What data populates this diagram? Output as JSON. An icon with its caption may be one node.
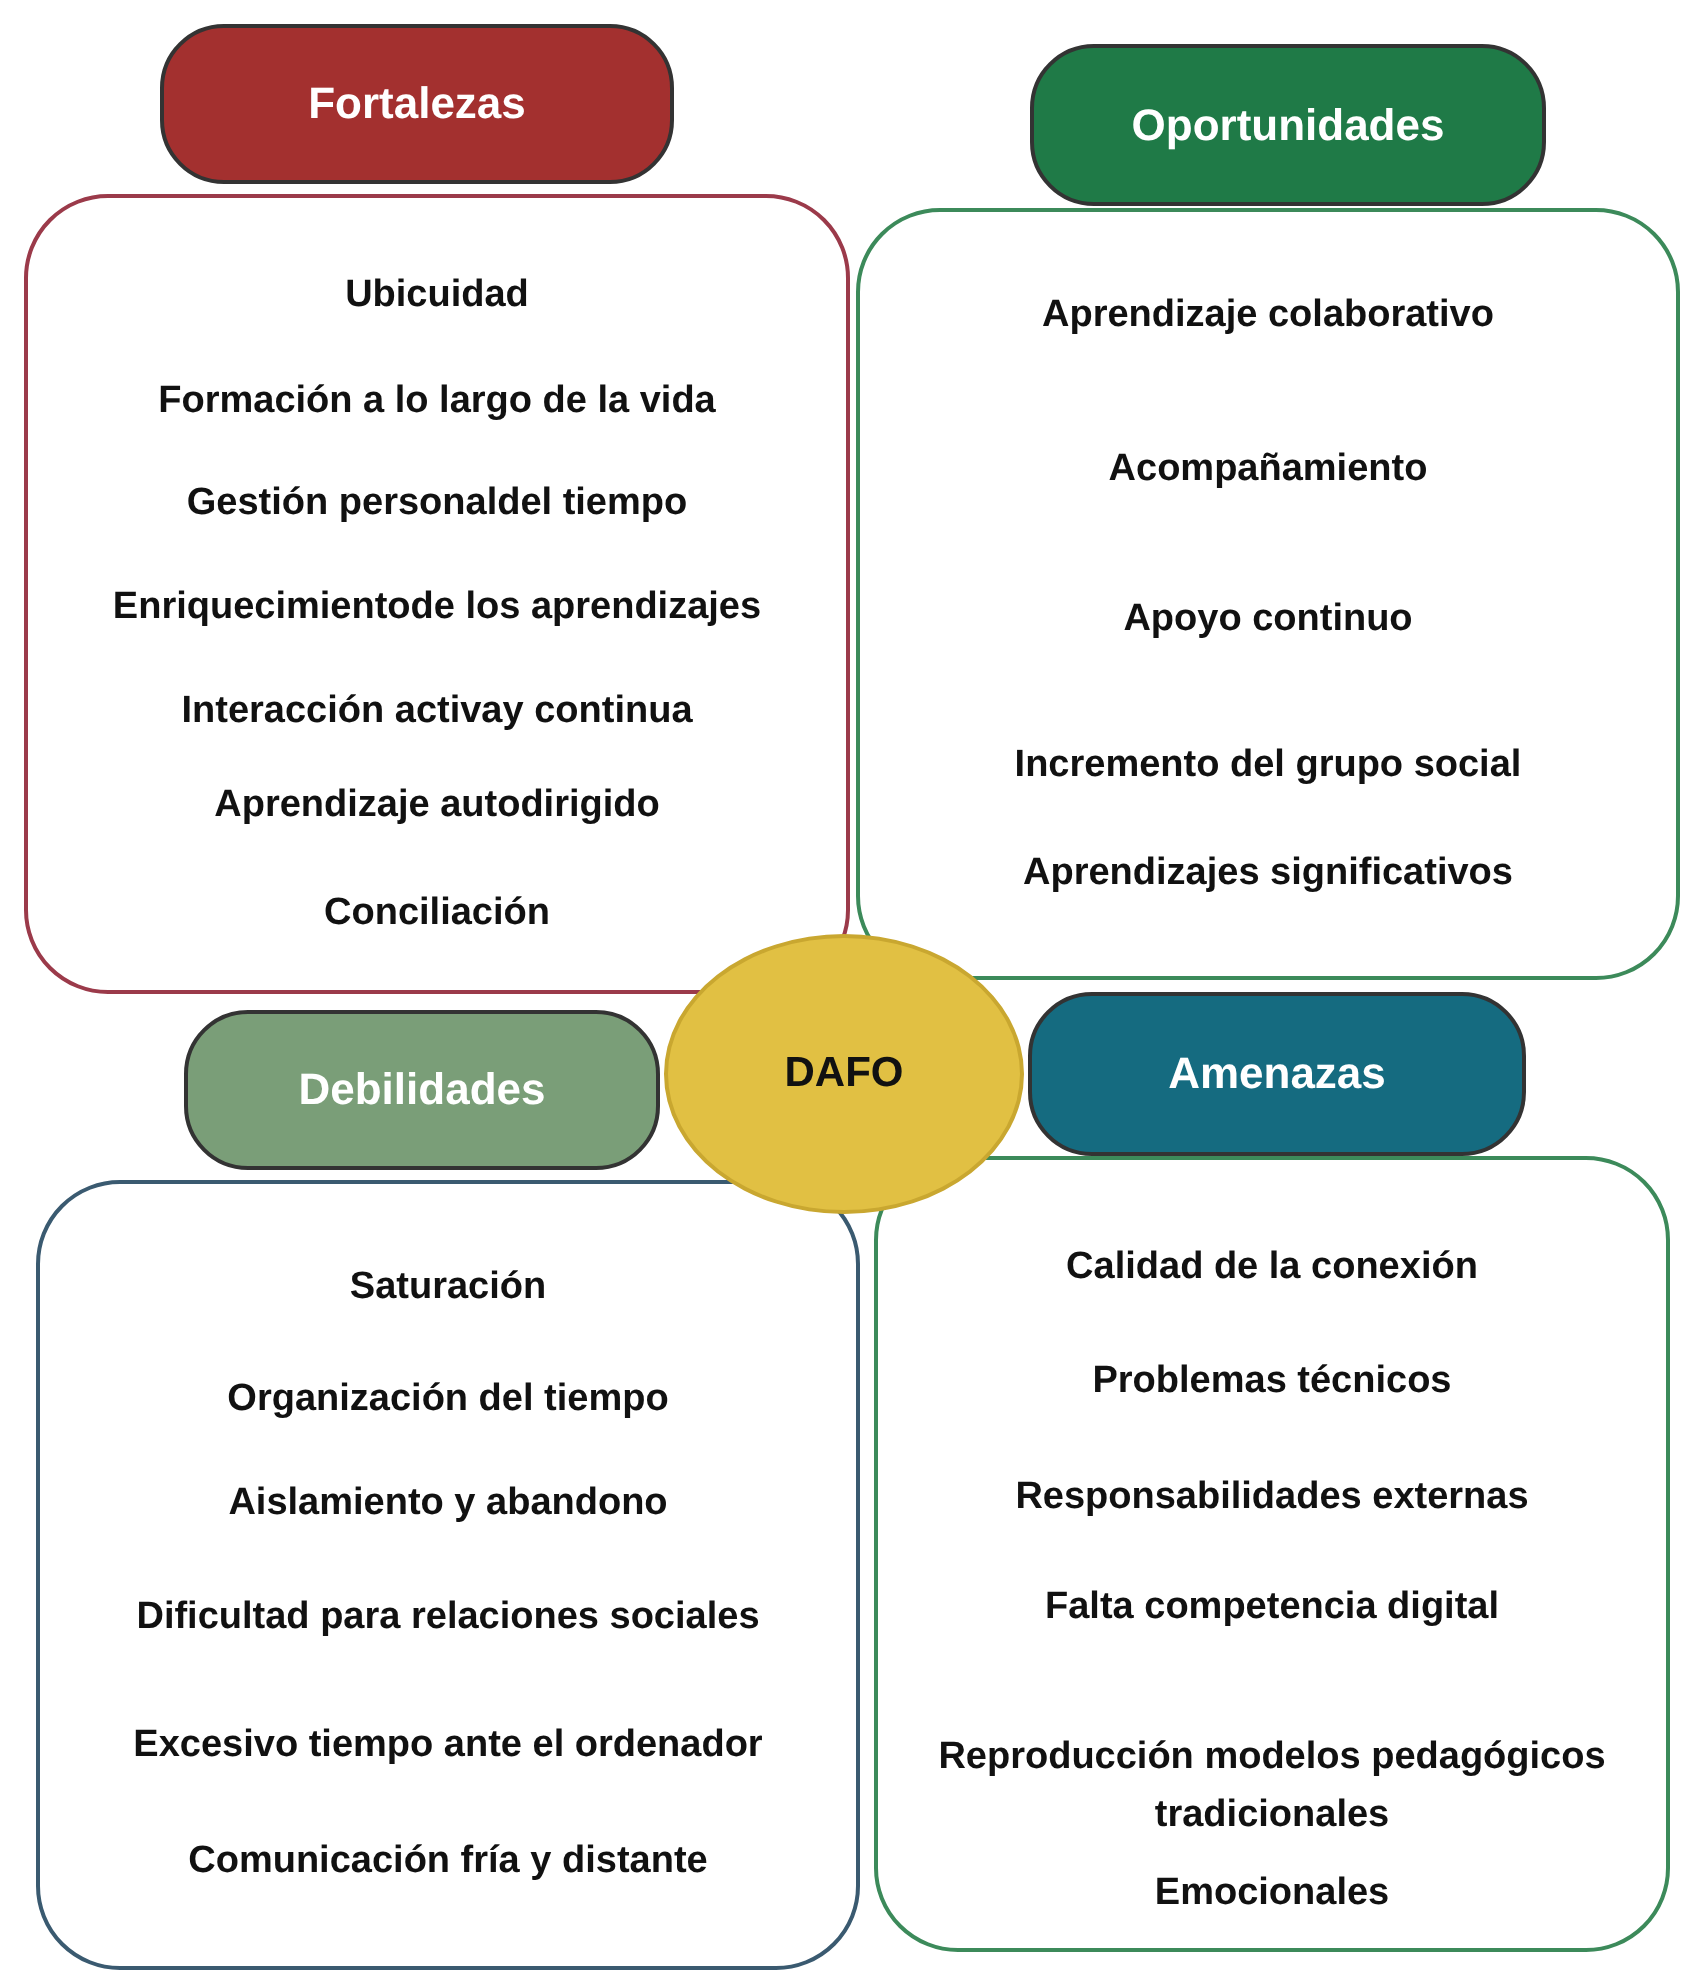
{
  "diagram": {
    "nodes": [
      {
        "text": [
          "Fortalezas"
        ]
      },
      {
        "text": [
          "Ubicuidad",
          "Formación a lo largo de la vida",
          "Gestión personaldel tiempo",
          "Enriquecimientode los aprendizajes",
          "Interacción activay continua",
          "Aprendizaje autodirigido",
          "Conciliación"
        ]
      },
      {
        "text": [
          "Oportunidades"
        ]
      },
      {
        "text": [
          "Aprendizaje colaborativo",
          "Acompañamiento",
          "Apoyo continuo",
          "Incremento del grupo social",
          "Aprendizajes significativos"
        ]
      },
      {
        "text": [
          "Debilidades"
        ]
      },
      {
        "text": [
          "Saturación",
          "Organización del tiempo",
          "Aislamiento y abandono",
          "Dificultad para relaciones sociales",
          "Excesivo tiempo ante el ordenador",
          "Comunicación fría y distante"
        ]
      },
      {
        "text": [
          "Amenazas"
        ]
      },
      {
        "text": [
          "Calidad de la conexión",
          "Problemas técnicos",
          "Responsabilidades externas",
          "Falta competencia digital",
          "Reproducción modelos pedagógicos tradicionales",
          "Emocionales"
        ]
      },
      {
        "text": [
          "DAFO"
        ]
      }
    ]
  }
}
